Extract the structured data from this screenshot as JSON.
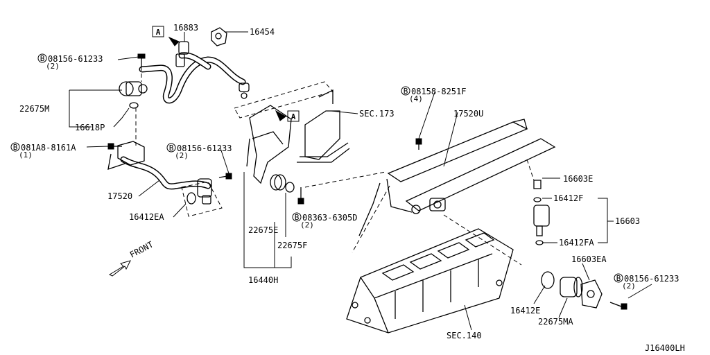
{
  "labels": {
    "p16883": "16883",
    "p16454": "16454",
    "bolt_08156_top": "08156-61233",
    "bolt_08156_top_qty": "(2)",
    "p22675M": "22675M",
    "p16618P": "16618P",
    "bolt_081A8": "081A8-8161A",
    "bolt_081A8_qty": "(1)",
    "bolt_08156_mid": "08156-61233",
    "bolt_08156_mid_qty": "(2)",
    "p17520": "17520",
    "p16412EA": "16412EA",
    "sec173": "SEC.173",
    "bolt_08158": "08158-8251F",
    "bolt_08158_qty": "(4)",
    "p17520U": "17520U",
    "p16603E": "16603E",
    "p16412F": "16412F",
    "p16603": "16603",
    "p16412FA": "16412FA",
    "p22675E": "22675E",
    "p22675F": "22675F",
    "bolt_08363": "08363-6305D",
    "bolt_08363_qty": "(2)",
    "p16440H": "16440H",
    "front": "FRONT",
    "p16603EA": "16603EA",
    "bolt_08156_bot": "08156-61233",
    "bolt_08156_bot_qty": "(2)",
    "p16412E": "16412E",
    "p22675MA": "22675MA",
    "sec140": "SEC.140",
    "ref_a_top": "A",
    "ref_a_mid": "A",
    "bolt_symbol": "B",
    "drawing_id": "J16400LH"
  }
}
